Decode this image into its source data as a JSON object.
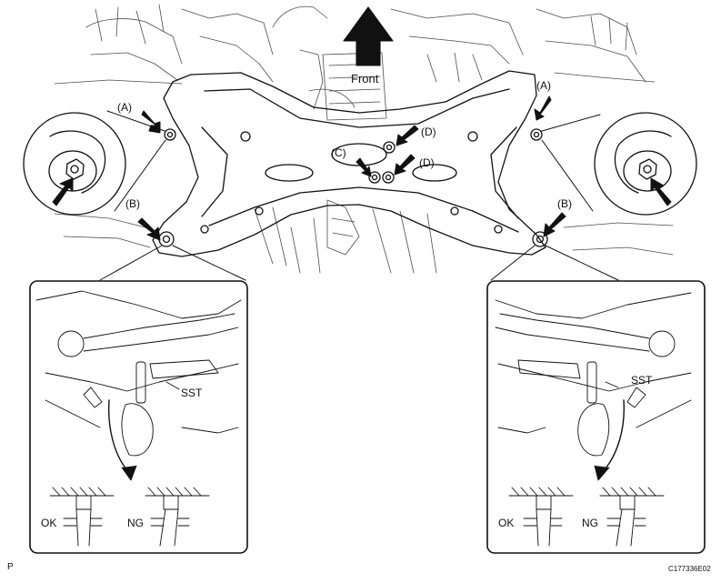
{
  "front_label": "Front",
  "point_labels": {
    "a_left": "(A)",
    "a_right": "(A)",
    "b_left": "(B)",
    "b_right": "(B)",
    "c": "(C)",
    "d_upper": "(D)",
    "d_lower": "(D)"
  },
  "detail_left": {
    "sst_label": "SST",
    "ok_label": "OK",
    "ng_label": "NG"
  },
  "detail_right": {
    "sst_label": "SST",
    "ok_label": "OK",
    "ng_label": "NG"
  },
  "corner_left_label": "P",
  "figure_id": "C177336E02",
  "colors": {
    "ink": "#111111",
    "paper": "#ffffff"
  }
}
